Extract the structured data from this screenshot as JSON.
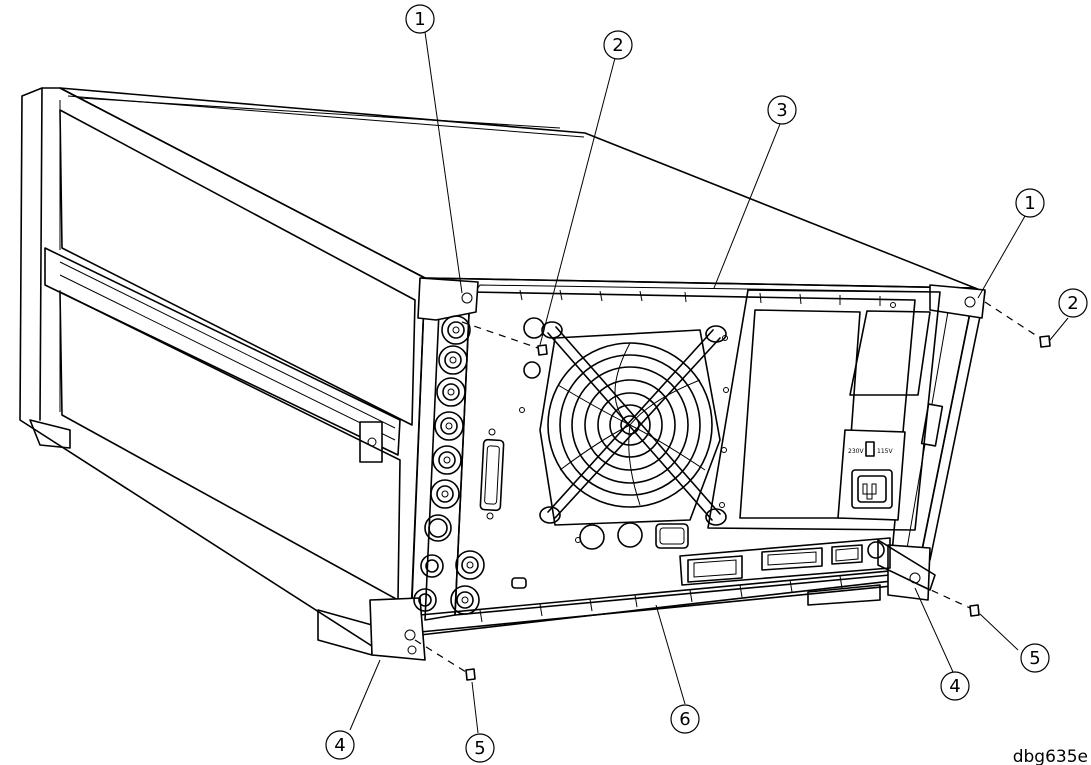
{
  "figure": {
    "reference_code": "dbg635e",
    "callouts": [
      {
        "id": "callout-1a",
        "label": "1"
      },
      {
        "id": "callout-2a",
        "label": "2"
      },
      {
        "id": "callout-3",
        "label": "3"
      },
      {
        "id": "callout-1b",
        "label": "1"
      },
      {
        "id": "callout-2b",
        "label": "2"
      },
      {
        "id": "callout-5b",
        "label": "5"
      },
      {
        "id": "callout-4b",
        "label": "4"
      },
      {
        "id": "callout-6",
        "label": "6"
      },
      {
        "id": "callout-4a",
        "label": "4"
      },
      {
        "id": "callout-5a",
        "label": "5"
      }
    ],
    "switch_labels": {
      "left": "230V",
      "right": "115V"
    }
  }
}
